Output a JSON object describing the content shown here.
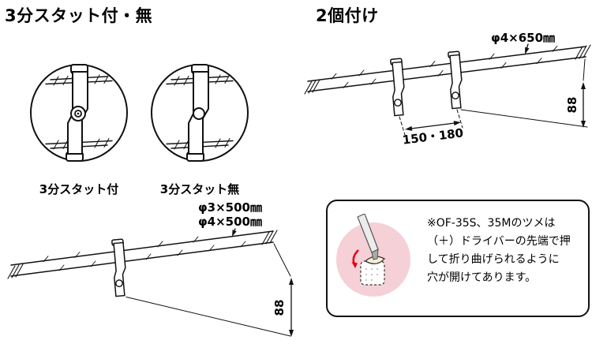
{
  "titles": {
    "left": "3分スタット付・無",
    "right": "2個付け"
  },
  "magnified_views": {
    "with_stud_label": "3分スタット付",
    "without_stud_label": "3分スタット無"
  },
  "single_rod_diagram": {
    "size_label_top": "φ3×500㎜",
    "size_label_bottom": "φ4×500㎜",
    "height_dim": "88"
  },
  "double_clip_diagram": {
    "size_label": "φ4×650㎜",
    "spacing_dim": "150・180",
    "height_dim": "88"
  },
  "note_box": {
    "lines": [
      "※OF-35S、35Mのツメは",
      "（＋）ドライバーの先端で押",
      "して折り曲げられるように",
      "穴が開けてあります。"
    ]
  },
  "colors": {
    "line": "#111111",
    "pink_circle": "#f5d0d6",
    "red_arrow": "#e60012"
  }
}
